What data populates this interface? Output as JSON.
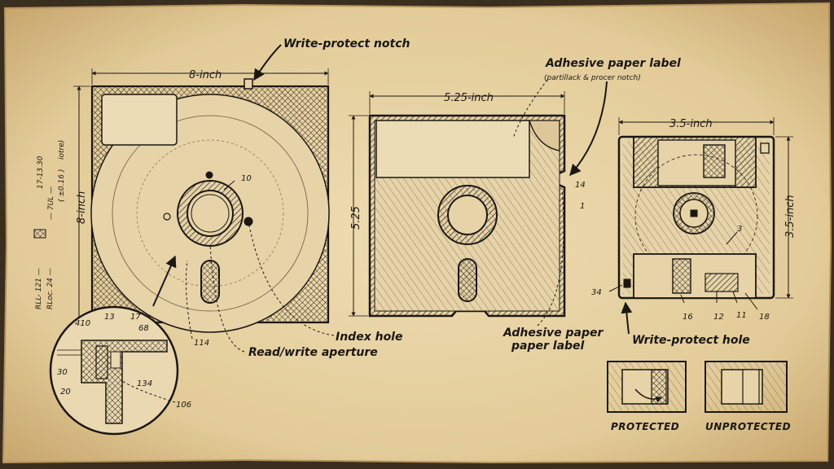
{
  "labels": {
    "write_protect_notch": "Write-protect notch",
    "adhesive_label_top": "Adhesive paper label",
    "adhesive_label_sub": "(partillack & procer notch)",
    "index_hole": "Index hole",
    "read_write_aperture": "Read/write aperture",
    "adhesive_label_bottom_line1": "Adhesive paper",
    "adhesive_label_bottom_line2": "paper label",
    "write_protect_hole": "Write-protect hole",
    "protected": "PROTECTED",
    "unprotected": "UNPROTECTED"
  },
  "dimensions": {
    "d8_width": "8-inch",
    "d8_height": "8-inch",
    "d525_width": "5.25-inch",
    "d525_height": "5.25",
    "d35_width": "3.5-inch",
    "d35_height": "3.5-inch"
  },
  "side_notes": {
    "tol_a": "17-13.30",
    "tol_b": "— 7UL —",
    "tol_c": "( ±0.16 )",
    "tol_d": "iotre)",
    "rll": "RLL- 121 —",
    "rloc": "RLoc. 24 —"
  },
  "callouts": {
    "n10": "10",
    "n114": "114",
    "n14": "14",
    "n1": "1",
    "n3": "3",
    "n34": "34",
    "n16": "16",
    "n12": "12",
    "n11": "11",
    "n18": "18",
    "n410": "410",
    "n13": "13",
    "n17": "17",
    "n68": "68",
    "n30": "30",
    "n20": "20",
    "n134": "134",
    "n106": "106"
  },
  "colors": {
    "paper": "#e6d3a8",
    "paper_edge": "#c9ad78",
    "ink": "#1b1712"
  }
}
